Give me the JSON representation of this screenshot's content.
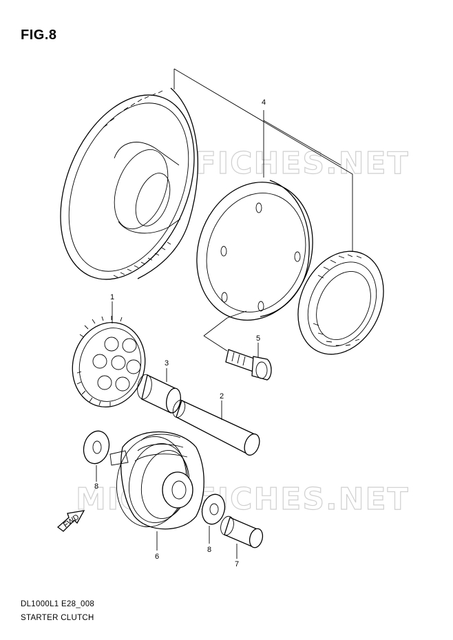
{
  "figure": {
    "title": "FIG.8"
  },
  "footer": {
    "model_code": "DL1000L1 E28_008",
    "caption": "STARTER CLUTCH"
  },
  "watermark": {
    "text": "MICROFICHES.NET"
  },
  "fwd_marker": {
    "label": "FWD"
  },
  "callouts": [
    {
      "id": "1",
      "part": "starter clutch gear"
    },
    {
      "id": "2",
      "part": "shaft"
    },
    {
      "id": "3",
      "part": "bushing"
    },
    {
      "id": "4",
      "part": "starter clutch assembly"
    },
    {
      "id": "5",
      "part": "bolt"
    },
    {
      "id": "6",
      "part": "starter idle gear"
    },
    {
      "id": "7",
      "part": "bushing"
    },
    {
      "id": "8",
      "part": "washer"
    }
  ]
}
